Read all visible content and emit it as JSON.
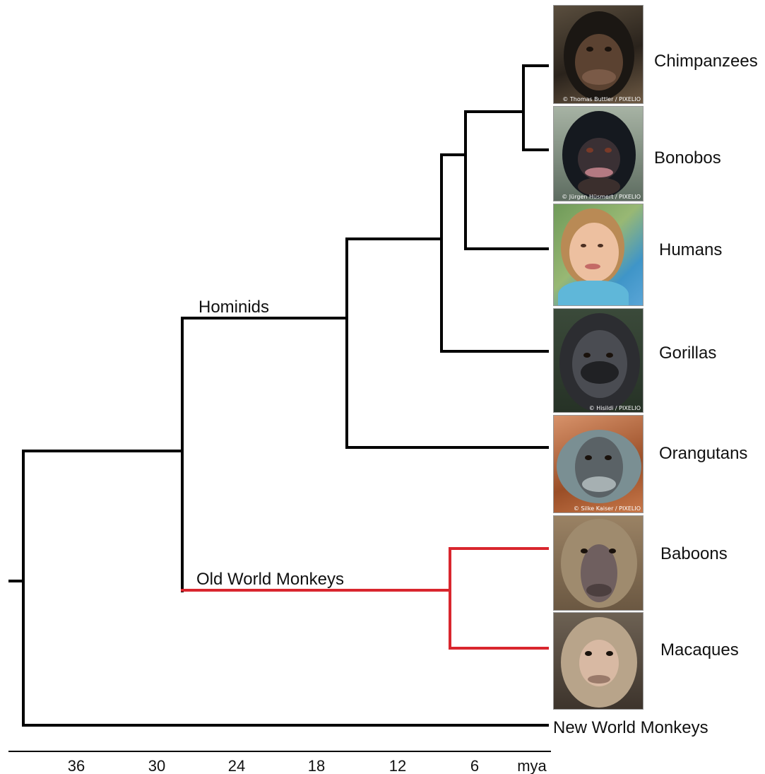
{
  "clades": {
    "hominids": "Hominids",
    "old_world_monkeys": "Old World Monkeys"
  },
  "tips": {
    "chimpanzees": "Chimpanzees",
    "bonobos": "Bonobos",
    "humans": "Humans",
    "gorillas": "Gorillas",
    "orangutans": "Orangutans",
    "baboons": "Baboons",
    "macaques": "Macaques",
    "new_world_monkeys": "New World Monkeys"
  },
  "axis": {
    "ticks": [
      "36",
      "30",
      "24",
      "18",
      "12",
      "6"
    ],
    "unit": "mya"
  },
  "photos": {
    "chimpanzees": {
      "credit": "© Thomas Buttler / PIXELIO",
      "icon": "chimpanzee-photo"
    },
    "bonobos": {
      "credit": "© Jürgen Hüsmert / PIXELIO",
      "icon": "bonobo-photo"
    },
    "humans": {
      "credit": "",
      "icon": "human-child-photo"
    },
    "gorillas": {
      "credit": "© Hisildi / PIXELIO",
      "icon": "gorilla-photo"
    },
    "orangutans": {
      "credit": "© Silke Kaiser / PIXELIO",
      "icon": "orangutan-photo"
    },
    "baboons": {
      "credit": "",
      "icon": "baboon-photo"
    },
    "macaques": {
      "credit": "",
      "icon": "macaque-photo"
    }
  },
  "colors": {
    "branch": "#000000",
    "old_world_monkey_branch": "#d9262e"
  }
}
